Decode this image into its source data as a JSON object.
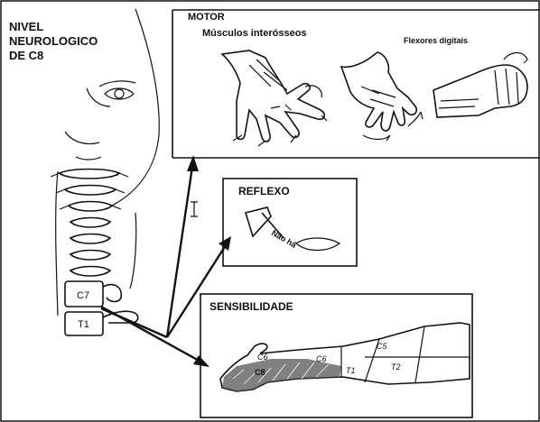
{
  "title": {
    "line1": "NIVEL",
    "line2": "NEUROLOGICO",
    "line3": "DE C8"
  },
  "panels": {
    "motor": {
      "heading": "MOTOR",
      "sub1": "Músculos interósseos",
      "sub2": "Flexores digitais"
    },
    "reflex": {
      "heading": "REFLEXO",
      "note": "Não há"
    },
    "sensibilidade": {
      "heading": "SENSIBILIDADE",
      "dermatomes": {
        "c6a": "C6",
        "c8": "C8",
        "c6b": "C6",
        "t1": "T1",
        "c5": "C5",
        "t2": "T2"
      }
    }
  },
  "vertebrae": {
    "c7": "C7",
    "t1": "T1"
  },
  "colors": {
    "ink": "#111111",
    "background": "#ffffff",
    "shading": "#555555"
  }
}
